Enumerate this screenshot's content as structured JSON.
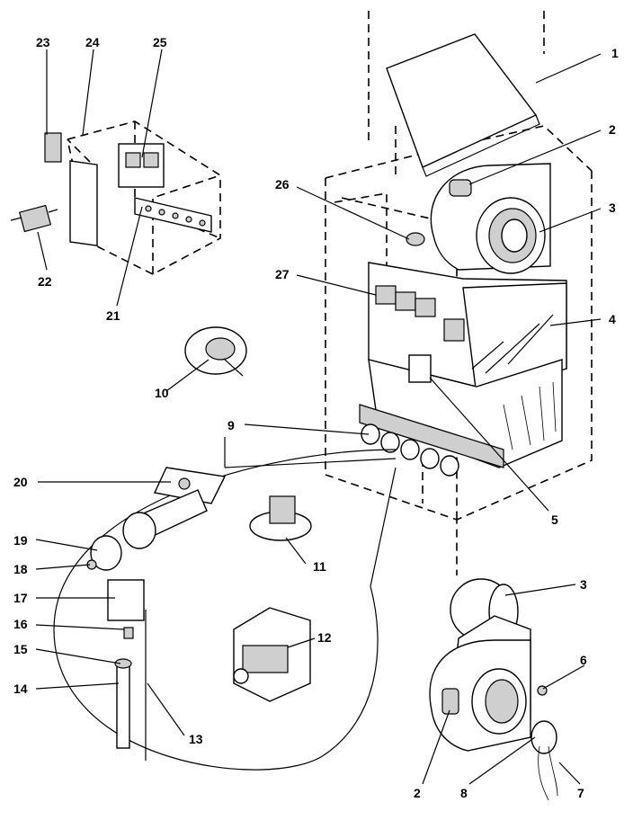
{
  "callouts": [
    {
      "id": "c1",
      "label": "1"
    },
    {
      "id": "c2a",
      "label": "2"
    },
    {
      "id": "c3a",
      "label": "3"
    },
    {
      "id": "c4",
      "label": "4"
    },
    {
      "id": "c5",
      "label": "5"
    },
    {
      "id": "c26",
      "label": "26"
    },
    {
      "id": "c27",
      "label": "27"
    },
    {
      "id": "c23",
      "label": "23"
    },
    {
      "id": "c24",
      "label": "24"
    },
    {
      "id": "c25",
      "label": "25"
    },
    {
      "id": "c22",
      "label": "22"
    },
    {
      "id": "c21",
      "label": "21"
    },
    {
      "id": "c10",
      "label": "10"
    },
    {
      "id": "c9",
      "label": "9"
    },
    {
      "id": "c20",
      "label": "20"
    },
    {
      "id": "c19",
      "label": "19"
    },
    {
      "id": "c18",
      "label": "18"
    },
    {
      "id": "c17",
      "label": "17"
    },
    {
      "id": "c16",
      "label": "16"
    },
    {
      "id": "c15",
      "label": "15"
    },
    {
      "id": "c14",
      "label": "14"
    },
    {
      "id": "c13",
      "label": "13"
    },
    {
      "id": "c11",
      "label": "11"
    },
    {
      "id": "c12",
      "label": "12"
    },
    {
      "id": "c3b",
      "label": "3"
    },
    {
      "id": "c6",
      "label": "6"
    },
    {
      "id": "c2b",
      "label": "2"
    },
    {
      "id": "c8",
      "label": "8"
    },
    {
      "id": "c7",
      "label": "7"
    }
  ]
}
